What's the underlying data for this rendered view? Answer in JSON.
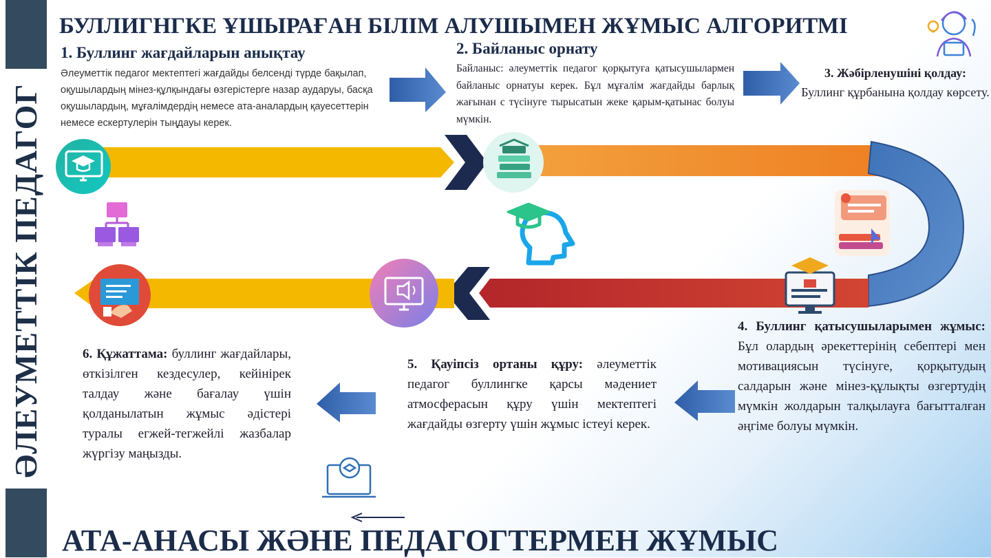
{
  "sidebar": {
    "title": "ӘЛЕУМЕТТІК ПЕДАГОГ"
  },
  "header": {
    "title": "БУЛЛИГНГКЕ ҰШЫРАҒАН БІЛІМ АЛУШЫМЕН ЖҰМЫС АЛГОРИТМІ"
  },
  "footer": {
    "title": "АТА-АНАСЫ ЖӘНЕ ПЕДАГОГТЕРМЕН ЖҰМЫС"
  },
  "steps": [
    {
      "title": "1.   Буллинг жағдайларын анықтау",
      "body": "Әлеуметтік педагог мектептегі жағдайды белсенді түрде бақылап, оқушылардың мінез-құлқындағы өзгерістерге назар аударуы, басқа оқушылардың, мұғалімдердің немесе ата-аналардың қауесеттерін немесе ескертулерін тыңдауы керек."
    },
    {
      "title": "2. Байланыс орнату",
      "body": "Байланыс: әлеуметтік педагог қорқытуға қатысушылармен байланыс орнатуы керек. Бұл мұғалім жағдайды барлық жағынан с түсінуге тырысатын жеке қарым-қатынас болуы мүмкін."
    },
    {
      "title": "3. Жәбірленушіні қолдау:",
      "body": "Буллинг құрбанына қолдау көрсету."
    },
    {
      "title": "4. Буллинг қатысушыларымен жұмыс:",
      "body": " Бұл олардың әрекеттерінің себептері мен мотивациясын түсінуге, қорқытудың салдарын және мінез-құлықты өзгертудің мүмкін жолдарын талқылауға бағытталған әңгіме болуы мүмкін."
    },
    {
      "title": "5. Қауіпсіз ортаны құру:",
      "body": " әлеуметтік педагог буллингке қарсы мәдениет атмосферасын құру үшін мектептегі жағдайды өзгерту үшін жұмыс істеуі керек."
    },
    {
      "title": "6. Құжаттама:",
      "body": " буллинг жағдайлары, өткізілген кездесулер, кейінірек талдау және бағалау үшін қолданылатын жұмыс әдістері туралы егжей-тегжейлі жазбалар жүргізу маңызды."
    }
  ],
  "icons": [
    "teacher-computer-icon",
    "books-icon",
    "graduate-head-icon",
    "blocks-icon",
    "feedback-book-icon",
    "online-course-icon",
    "presentation-icon",
    "monitor-speaker-icon",
    "laptop-chat-icon",
    "teacher-avatar-icon"
  ],
  "colors": {
    "yellow": "#f5b800",
    "orange": "#f08a2c",
    "red": "#c0312a",
    "blue_arrow": "#3c6db7",
    "navy": "#1b2c4a"
  }
}
